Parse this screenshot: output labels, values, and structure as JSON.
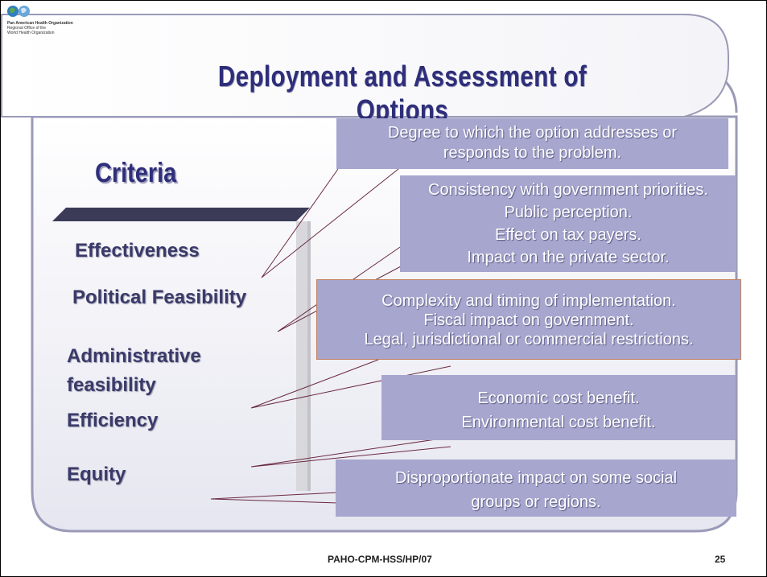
{
  "header": {
    "org_name": "Pan American Health Organization",
    "org_sub1": "Regional Office of the",
    "org_sub2": "World Health Organization"
  },
  "title": "Deployment and Assessment of Options",
  "criteria_heading": "Criteria",
  "criteria": [
    "Effectiveness",
    "Political Feasibility",
    "Administrative feasibility",
    "Efficiency",
    "Equity"
  ],
  "callouts": [
    {
      "lines": [
        "Degree to which the option addresses or",
        "responds to the problem."
      ]
    },
    {
      "lines": [
        "Consistency with government priorities.",
        "Public perception.",
        "Effect on tax payers.",
        "Impact on the private sector."
      ]
    },
    {
      "lines": [
        "Complexity and timing of implementation.",
        "Fiscal impact on government.",
        "Legal, jurisdictional or commercial restrictions."
      ]
    },
    {
      "lines": [
        "Economic cost benefit.",
        "Environmental cost benefit."
      ]
    },
    {
      "lines": [
        "Disproportionate impact on some social",
        "groups or regions."
      ]
    }
  ],
  "footer": {
    "code": "PAHO-CPM-HSS/HP/07",
    "page_number": "25"
  },
  "colors": {
    "title": "#2e2e7a",
    "callout_fill": "#a6a6cf",
    "frame_stroke": "#9a9ab8"
  }
}
